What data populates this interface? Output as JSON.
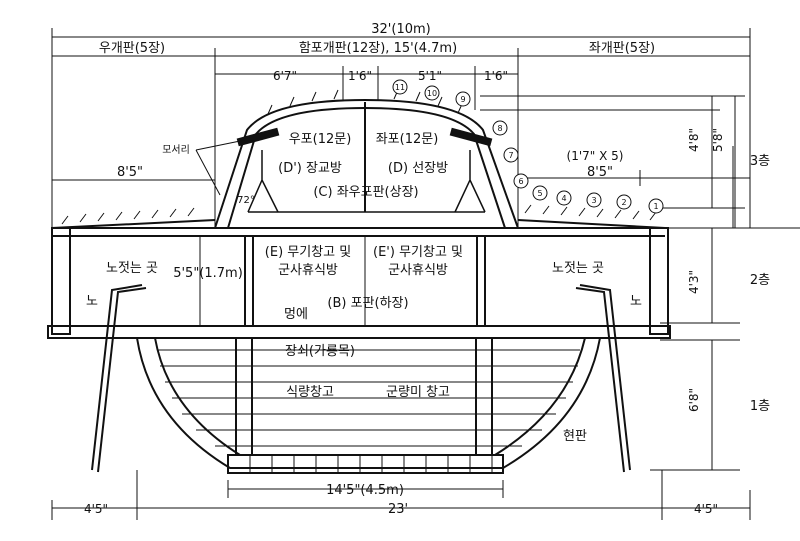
{
  "dimensions": {
    "total_width": "32'(10m)",
    "right_panel": "우개판(5장)",
    "center_panel": "함포개판(12장), 15'(4.7m)",
    "left_panel": "좌개판(5장)",
    "d_6_7": "6'7\"",
    "d_1_6_a": "1'6\"",
    "d_5_1": "5'1\"",
    "d_1_6_b": "1'6\"",
    "d_8_5_left": "8'5\"",
    "d_1_7_x5": "(1'7\" X 5)",
    "d_8_5_right": "8'5\"",
    "d_4_8": "4'8\"",
    "d_5_8": "5'8\"",
    "d_4_3": "4'3\"",
    "d_6_8": "6'8\"",
    "d_5_5": "5'5\"(1.7m)",
    "d_14_5": "14'5\"(4.5m)",
    "d_4_5_left": "4'5\"",
    "d_23": "23'",
    "d_4_5_right": "4'5\""
  },
  "floors": {
    "third": "3층",
    "second": "2층",
    "first": "1층"
  },
  "labels": {
    "corner": "모서리",
    "angle": "72°",
    "right_cannons": "우포(12문)",
    "left_cannons": "좌포(12문)",
    "d_prime": "(D') 장교방",
    "d": "(D) 선장방",
    "c": "(C) 좌우포판(상장)",
    "e_prime_1": "(E) 무기창고 및",
    "e_prime_2": "군사휴식방",
    "e_1": "(E') 무기창고 및",
    "e_2": "군사휴식방",
    "rowing_left": "노젓는 곳",
    "rowing_right": "노젓는 곳",
    "oar_left": "노",
    "oar_right": "노",
    "b": "(B) 포판(하장)",
    "meonge": "멍에",
    "jangsoe": "장쇠(가룡목)",
    "food": "식량창고",
    "grain": "군량미 창고",
    "hull_plank": "현판"
  },
  "numbered_plates": [
    "1",
    "2",
    "3",
    "4",
    "5",
    "6",
    "7",
    "8",
    "9",
    "10",
    "11"
  ]
}
